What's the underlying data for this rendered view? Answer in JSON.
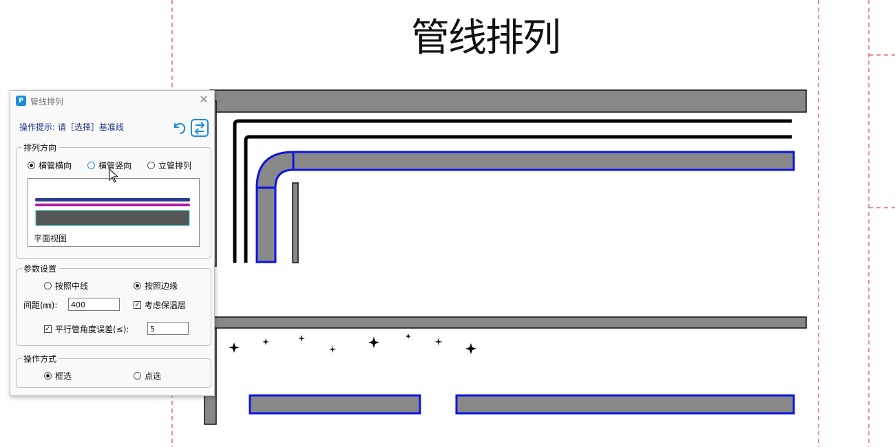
{
  "page_title": "管线排列",
  "dialog": {
    "title": "管线排列",
    "app_icon_glyph": "P",
    "close_glyph": "✕",
    "hint": "操作提示: 请［选择］基准线",
    "arrange_direction": {
      "legend": "排列方向",
      "options": [
        "横管横向",
        "横管竖向",
        "立管排列"
      ],
      "selected": "横管横向",
      "preview_label": "平面视图"
    },
    "params": {
      "legend": "参数设置",
      "align_options": [
        "按照中线",
        "按照边缘"
      ],
      "align_selected": "按照边缘",
      "spacing_label": "间距(㎜):",
      "spacing_value": "400",
      "insulation_label": "考虑保温层",
      "insulation_checked": true,
      "angle_label": "平行管角度误差(≤):",
      "angle_checked": true,
      "angle_value": "5",
      "check_glyph": "✓"
    },
    "operation": {
      "legend": "操作方式",
      "options": [
        "框选",
        "点选"
      ],
      "selected": "框选"
    }
  },
  "colors": {
    "pipe_fill": "#888888",
    "selection_outline": "#0a14e6",
    "guide_line": "#d0202a",
    "accent": "#1a8cd8",
    "preview_blue": "#2b3f8f",
    "preview_magenta": "#b21aa6",
    "preview_gray": "#555555",
    "preview_cyan": "#2bd3d6"
  },
  "icons": [
    "app-logo-icon",
    "close-icon",
    "undo-icon",
    "switch-icon",
    "mouse-cursor-icon"
  ]
}
